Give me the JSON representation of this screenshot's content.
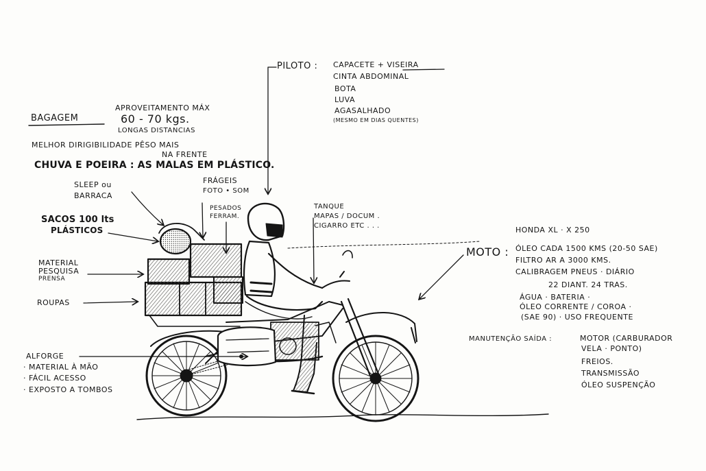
{
  "piloto": {
    "label": "PILOTO :",
    "items": [
      "CAPACETE + VISEIRA",
      "CINTA ABDOMINAL",
      "BOTA",
      "LUVA",
      "AGASALHADO",
      "(MESMO EM DIAS QUENTES)"
    ]
  },
  "bagagem": {
    "title": "BAGAGEM",
    "aproveitamento": "APROVEITAMENTO MÁX",
    "kgs": "60 - 70 kgs.",
    "distancias": "LONGAS DISTANCIAS",
    "dirigibilidade_1": "MELHOR DIRIGIBILIDADE PÊSO MAIS",
    "dirigibilidade_2": "NA FRENTE",
    "chuva": "CHUVA E POEIRA : AS MALAS EM PLÁSTICO."
  },
  "labels": {
    "fragеis_placeholder": "",
    "frageis_1": "FRÁGEIS",
    "frageis_2": "FOTO • SOM",
    "sleep_1": "SLEEP ou",
    "sleep_2": "BARRACA",
    "sacos_1": "SACOS 100 lts",
    "sacos_2": "PLÁSTICOS",
    "material_1": "MATERIAL",
    "material_2": "PESQUISA",
    "material_3": "PRENSA",
    "roupas": "ROUPAS",
    "pesados_1": "PESADOS",
    "pesados_2": "FERRAM.",
    "tanque_1": "TANQUE",
    "tanque_2": "MAPAS / DOCUM .",
    "tanque_3": "CIGARRO ETC . . ."
  },
  "alforge": {
    "title": "ALFORGE",
    "lines": [
      "· MATERIAL À MÃO",
      "· FÁCIL ACESSO",
      "· EXPOSTO A TOMBOS"
    ]
  },
  "moto": {
    "model": "HONDA XL · X 250",
    "label": "MOTO :",
    "lines": [
      "ÓLEO CADA 1500 KMS (20-50 SAE)",
      "FILTRO AR A 3000 KMS.",
      "CALIBRAGEM PNEUS · DIÁRIO",
      "22 DIANT.   24 TRAS.",
      "ÁGUA · BATERIA ·",
      "ÓLEO CORRENTE / COROA ·",
      "(SAE 90) · USO FREQUENTE"
    ]
  },
  "manutencao": {
    "label": "MANUTENÇÃO SAÍDA :",
    "lines": [
      "MOTOR (CARBURADOR",
      "VELA · PONTO)",
      "FREIOS.",
      "TRANSMISSÃO",
      "ÓLEO SUSPENÇÃO"
    ]
  },
  "colors": {
    "ink": "#151515",
    "paper": "#fdfdfb",
    "hatch": "#8a8a8a"
  }
}
